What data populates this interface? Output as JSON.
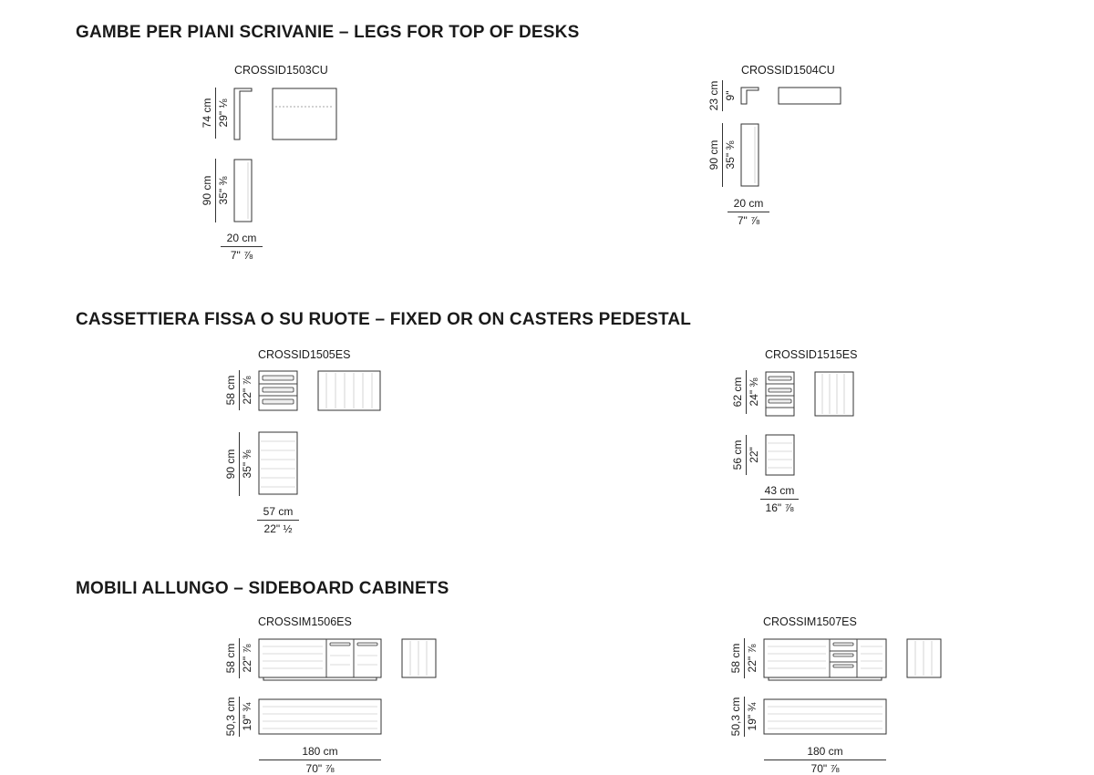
{
  "sections": [
    {
      "title": "GAMBE PER PIANI SCRIVANIE – LEGS FOR TOP OF DESKS"
    },
    {
      "title": "CASSETTIERA FISSA O SU RUOTE – FIXED OR ON CASTERS PEDESTAL"
    },
    {
      "title": "MOBILI ALLUNGO – SIDEBOARD CABINETS"
    }
  ],
  "items": [
    {
      "code": "CROSSID1503CU",
      "height_cm": "74 cm",
      "height_in": "29\" ⅛",
      "depth_cm": "90 cm",
      "depth_in": "35\" ⅜",
      "width_cm": "20 cm",
      "width_in": "7\" ⅞"
    },
    {
      "code": "CROSSID1504CU",
      "height_cm": "23 cm",
      "height_in": "9\"",
      "depth_cm": "90 cm",
      "depth_in": "35\" ⅜",
      "width_cm": "20 cm",
      "width_in": "7\" ⅞"
    },
    {
      "code": "CROSSID1505ES",
      "height_cm": "58 cm",
      "height_in": "22\" ⅞",
      "depth_cm": "90 cm",
      "depth_in": "35\" ⅜",
      "width_cm": "57 cm",
      "width_in": "22\" ½"
    },
    {
      "code": "CROSSID1515ES",
      "height_cm": "62 cm",
      "height_in": "24\" ⅜",
      "depth_cm": "56 cm",
      "depth_in": "22\"",
      "width_cm": "43 cm",
      "width_in": "16\" ⅞"
    },
    {
      "code": "CROSSIM1506ES",
      "height_cm": "58 cm",
      "height_in": "22\" ⅞",
      "depth_cm": "50,3 cm",
      "depth_in": "19\" ¾",
      "width_cm": "180 cm",
      "width_in": "70\" ⅞"
    },
    {
      "code": "CROSSIM1507ES",
      "height_cm": "58 cm",
      "height_in": "22\" ⅞",
      "depth_cm": "50,3 cm",
      "depth_in": "19\" ¾",
      "width_cm": "180 cm",
      "width_in": "70\" ⅞"
    }
  ]
}
